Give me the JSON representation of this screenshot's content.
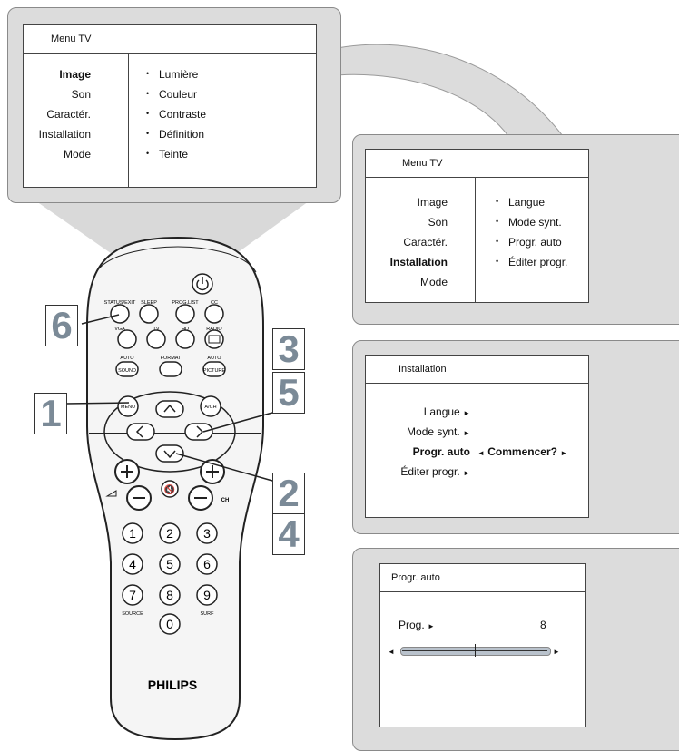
{
  "menu1": {
    "title": "Menu TV",
    "left": [
      "Image",
      "Son",
      "Caractér.",
      "Installation",
      "Mode"
    ],
    "right": [
      "Lumière",
      "Couleur",
      "Contraste",
      "Définition",
      "Teinte"
    ]
  },
  "menu2": {
    "title": "Menu TV",
    "left": [
      "Image",
      "Son",
      "Caractér.",
      "Installation",
      "Mode"
    ],
    "right": [
      "Langue",
      "Mode synt.",
      "Progr. auto",
      "Éditer progr."
    ]
  },
  "menu3": {
    "title": "Installation",
    "items": [
      "Langue",
      "Mode synt.",
      "Progr. auto",
      "Éditer progr."
    ],
    "start": "Commencer?"
  },
  "menu4": {
    "title": "Progr. auto",
    "prog_label": "Prog.",
    "prog_value": "8",
    "progress": 0.5
  },
  "remote": {
    "brand": "PHILIPS",
    "labels": {
      "status": "STATUS/EXIT",
      "sleep": "SLEEP",
      "proglist": "PROG.LIST",
      "cc": "CC",
      "vga": "VGA",
      "tv": "TV",
      "hd": "HD",
      "radio": "RADIO",
      "auto1": "AUTO",
      "sound": "SOUND",
      "format": "FORMAT",
      "auto2": "AUTO",
      "picture": "PICTURE",
      "menu": "MENU",
      "ach": "A/CH",
      "ch": "CH",
      "source": "SOURCE",
      "surf": "SURF"
    },
    "digits": [
      "1",
      "2",
      "3",
      "4",
      "5",
      "6",
      "7",
      "8",
      "9",
      "0"
    ]
  },
  "callouts": [
    "6",
    "1",
    "3",
    "5",
    "2",
    "4"
  ]
}
